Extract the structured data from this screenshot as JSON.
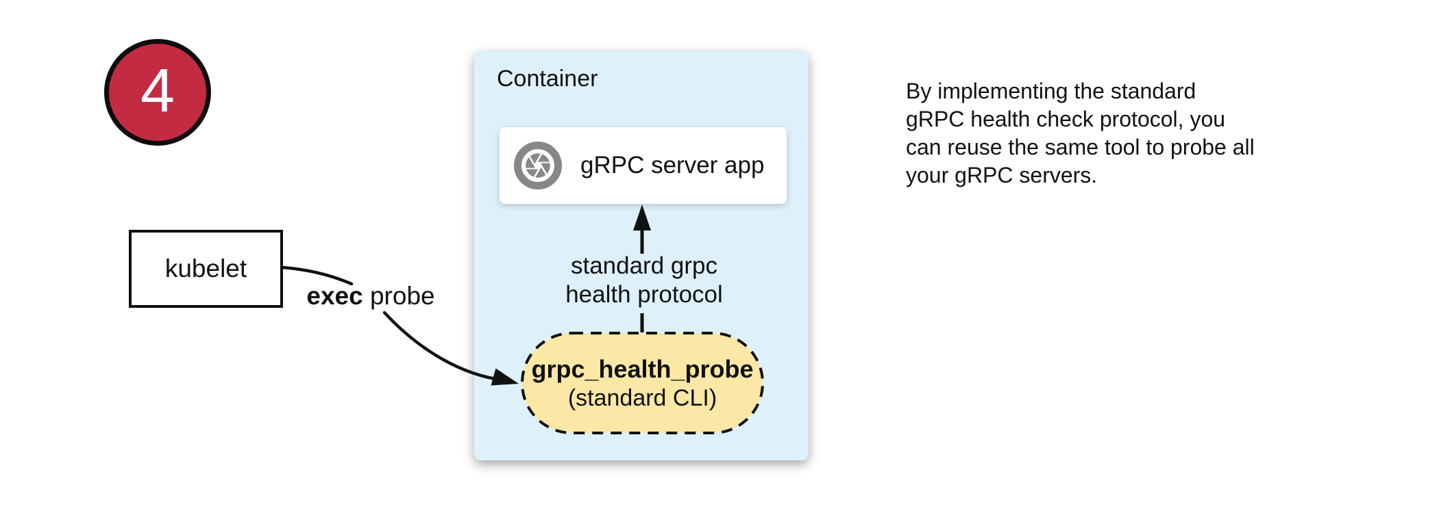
{
  "badge": {
    "number": "4"
  },
  "kubelet": {
    "label": "kubelet"
  },
  "container": {
    "label": "Container",
    "server": {
      "label": "gRPC server app",
      "icon": "aperture-shutter-icon"
    },
    "probe": {
      "title": "grpc_health_probe",
      "subtitle": "(standard CLI)"
    }
  },
  "edges": {
    "exec": {
      "bold": "exec",
      "rest": " probe"
    },
    "protocol": {
      "line1": "standard grpc",
      "line2": "health protocol"
    }
  },
  "note": {
    "lines": [
      "By implementing the standard",
      "gRPC health check protocol, you",
      "can reuse the same tool to probe all",
      "your gRPC servers."
    ]
  },
  "colors": {
    "badge_fill": "#C32B42",
    "container_fill": "#DEF1FB",
    "probe_fill": "#FBE7A6",
    "icon_gray": "#878787",
    "line_black": "#111111"
  }
}
